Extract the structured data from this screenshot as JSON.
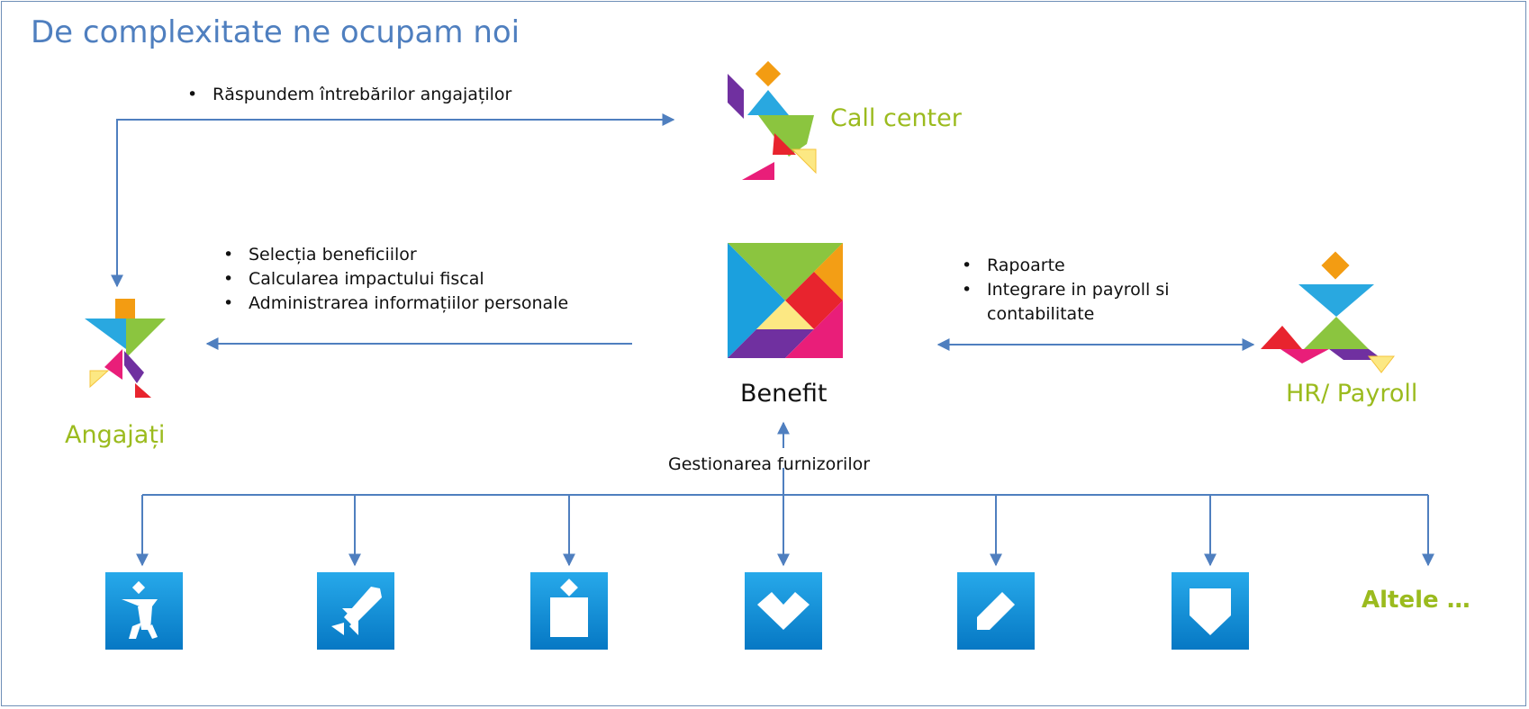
{
  "title": "De complexitate ne ocupam noi",
  "nodes": {
    "call_center": "Call center",
    "angajati": "Angajați",
    "benefit": "Benefit",
    "hr_payroll": "HR/ Payroll"
  },
  "bullets": {
    "call_center": [
      "Răspundem întrebărilor angajaților"
    ],
    "angajati": [
      "Selecția beneficiilor",
      "Calcularea impactului fiscal",
      "Administrarea informațiilor personale"
    ],
    "hr_payroll": [
      "Rapoarte",
      "Integrare in payroll si",
      "contabilitate"
    ]
  },
  "suppliers": {
    "label": "Gestionarea furnizorilor",
    "others": "Altele …",
    "icons": [
      "person-tangram-icon",
      "airplane-tangram-icon",
      "gift-tangram-icon",
      "heart-tangram-icon",
      "pencil-tangram-icon",
      "shield-tangram-icon"
    ]
  },
  "colors": {
    "title": "#4f7fbf",
    "arrow": "#4f7fbf",
    "label_green": "#9bbb1e",
    "icon_blue": "#0a8fd8"
  }
}
